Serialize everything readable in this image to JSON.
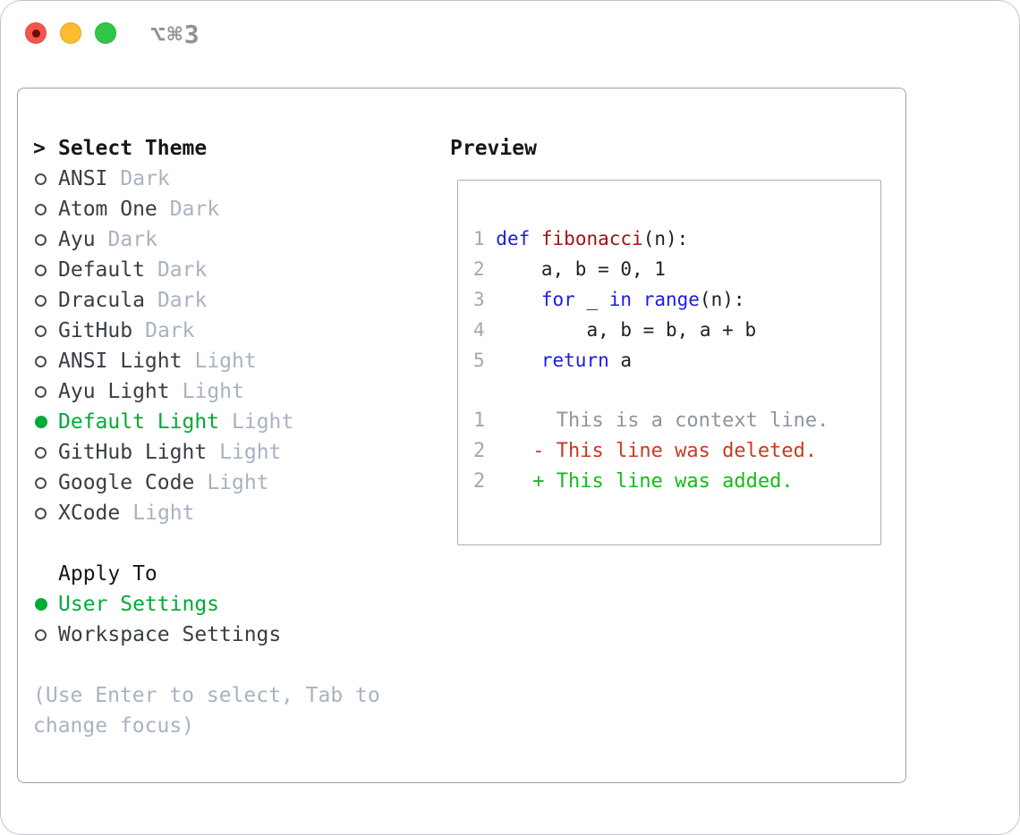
{
  "titlebar": {
    "shortcut": "⌥⌘3"
  },
  "colors": {
    "accent_green": "#00ab35",
    "added_green": "#13bd18",
    "deleted_red": "#c83a23",
    "keyword_blue": "#1b1be8",
    "function_red": "#a31313",
    "line_number_gray": "#9fa8b4",
    "context_gray": "#8e959e",
    "muted_gray": "#a9b2c0",
    "traffic_red": "#f4544d",
    "traffic_yellow": "#fcbc2f",
    "traffic_green": "#2ec748"
  },
  "theme_selector": {
    "prompt": ">",
    "title": "Select Theme",
    "items": [
      {
        "name": "ANSI",
        "tag": "Dark",
        "selected": false
      },
      {
        "name": "Atom One",
        "tag": "Dark",
        "selected": false
      },
      {
        "name": "Ayu",
        "tag": "Dark",
        "selected": false
      },
      {
        "name": "Default",
        "tag": "Dark",
        "selected": false
      },
      {
        "name": "Dracula",
        "tag": "Dark",
        "selected": false
      },
      {
        "name": "GitHub",
        "tag": "Dark",
        "selected": false
      },
      {
        "name": "ANSI Light",
        "tag": "Light",
        "selected": false
      },
      {
        "name": "Ayu Light",
        "tag": "Light",
        "selected": false
      },
      {
        "name": "Default Light",
        "tag": "Light",
        "selected": true
      },
      {
        "name": "GitHub Light",
        "tag": "Light",
        "selected": false
      },
      {
        "name": "Google Code",
        "tag": "Light",
        "selected": false
      },
      {
        "name": "XCode",
        "tag": "Light",
        "selected": false
      }
    ]
  },
  "apply_to": {
    "title": "Apply To",
    "items": [
      {
        "label": "User Settings",
        "selected": true
      },
      {
        "label": "Workspace Settings",
        "selected": false
      }
    ]
  },
  "help_text": "(Use Enter to select, Tab to change focus)",
  "preview": {
    "title": "Preview",
    "code_lines": [
      {
        "segments": [
          {
            "t": "1 ",
            "c": "ln"
          },
          {
            "t": "def",
            "c": "kw"
          },
          {
            "t": " ",
            "c": "pl"
          },
          {
            "t": "fibonacci",
            "c": "fn"
          },
          {
            "t": "(n):",
            "c": "pl"
          }
        ]
      },
      {
        "segments": [
          {
            "t": "2",
            "c": "ln"
          },
          {
            "t": "     a, b = 0, 1",
            "c": "pl"
          }
        ]
      },
      {
        "segments": [
          {
            "t": "3",
            "c": "ln"
          },
          {
            "t": "     ",
            "c": "pl"
          },
          {
            "t": "for",
            "c": "kw"
          },
          {
            "t": " _ ",
            "c": "pl"
          },
          {
            "t": "in",
            "c": "kw"
          },
          {
            "t": " ",
            "c": "pl"
          },
          {
            "t": "range",
            "c": "kw"
          },
          {
            "t": "(n):",
            "c": "pl"
          }
        ]
      },
      {
        "segments": [
          {
            "t": "4",
            "c": "ln"
          },
          {
            "t": "         a, b = b, a + b",
            "c": "pl"
          }
        ]
      },
      {
        "segments": [
          {
            "t": "5",
            "c": "ln"
          },
          {
            "t": "     ",
            "c": "pl"
          },
          {
            "t": "return",
            "c": "kw"
          },
          {
            "t": " a",
            "c": "pl"
          }
        ]
      }
    ],
    "diff_lines": [
      {
        "segments": [
          {
            "t": "1",
            "c": "ln"
          },
          {
            "t": "      This is a context line.",
            "c": "ctx"
          }
        ]
      },
      {
        "segments": [
          {
            "t": "2",
            "c": "ln"
          },
          {
            "t": "    - This line was deleted.",
            "c": "del"
          }
        ]
      },
      {
        "segments": [
          {
            "t": "2",
            "c": "ln"
          },
          {
            "t": "    + This line was added.",
            "c": "add"
          }
        ]
      }
    ]
  }
}
